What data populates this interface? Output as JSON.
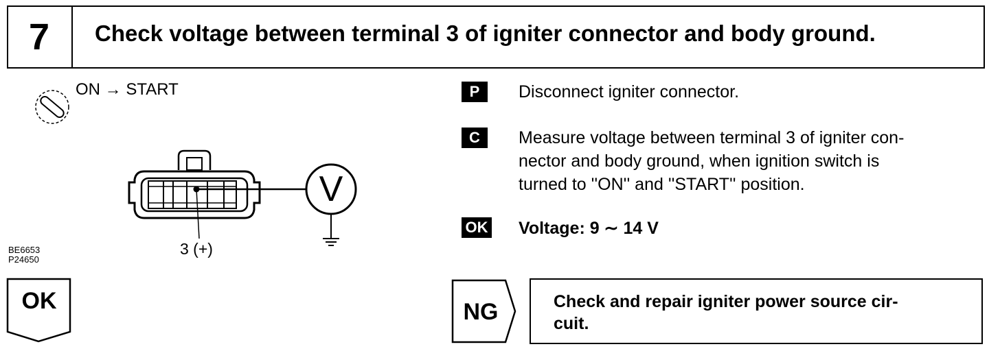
{
  "step": {
    "number": "7",
    "title": "Check voltage between terminal 3 of igniter connector and body ground."
  },
  "diagram": {
    "ignition_label": "ON → START",
    "terminal_label": "3 (+)",
    "meter_symbol": "V",
    "figure_codes": [
      "BE6653",
      "P24650"
    ]
  },
  "instructions": [
    {
      "tag": "P",
      "text": "Disconnect igniter connector."
    },
    {
      "tag": "C",
      "lines": [
        "Measure voltage between terminal 3 of igniter con-",
        "nector and body ground, when ignition switch is",
        "turned to ''ON'' and ''START'' position."
      ]
    },
    {
      "tag": "OK",
      "text": "Voltage:   9 ∼ 14 V"
    }
  ],
  "outcomes": {
    "ok_label": "OK",
    "ng_label": "NG",
    "ng_action_lines": [
      "Check and repair igniter power source cir-",
      "cuit."
    ]
  }
}
